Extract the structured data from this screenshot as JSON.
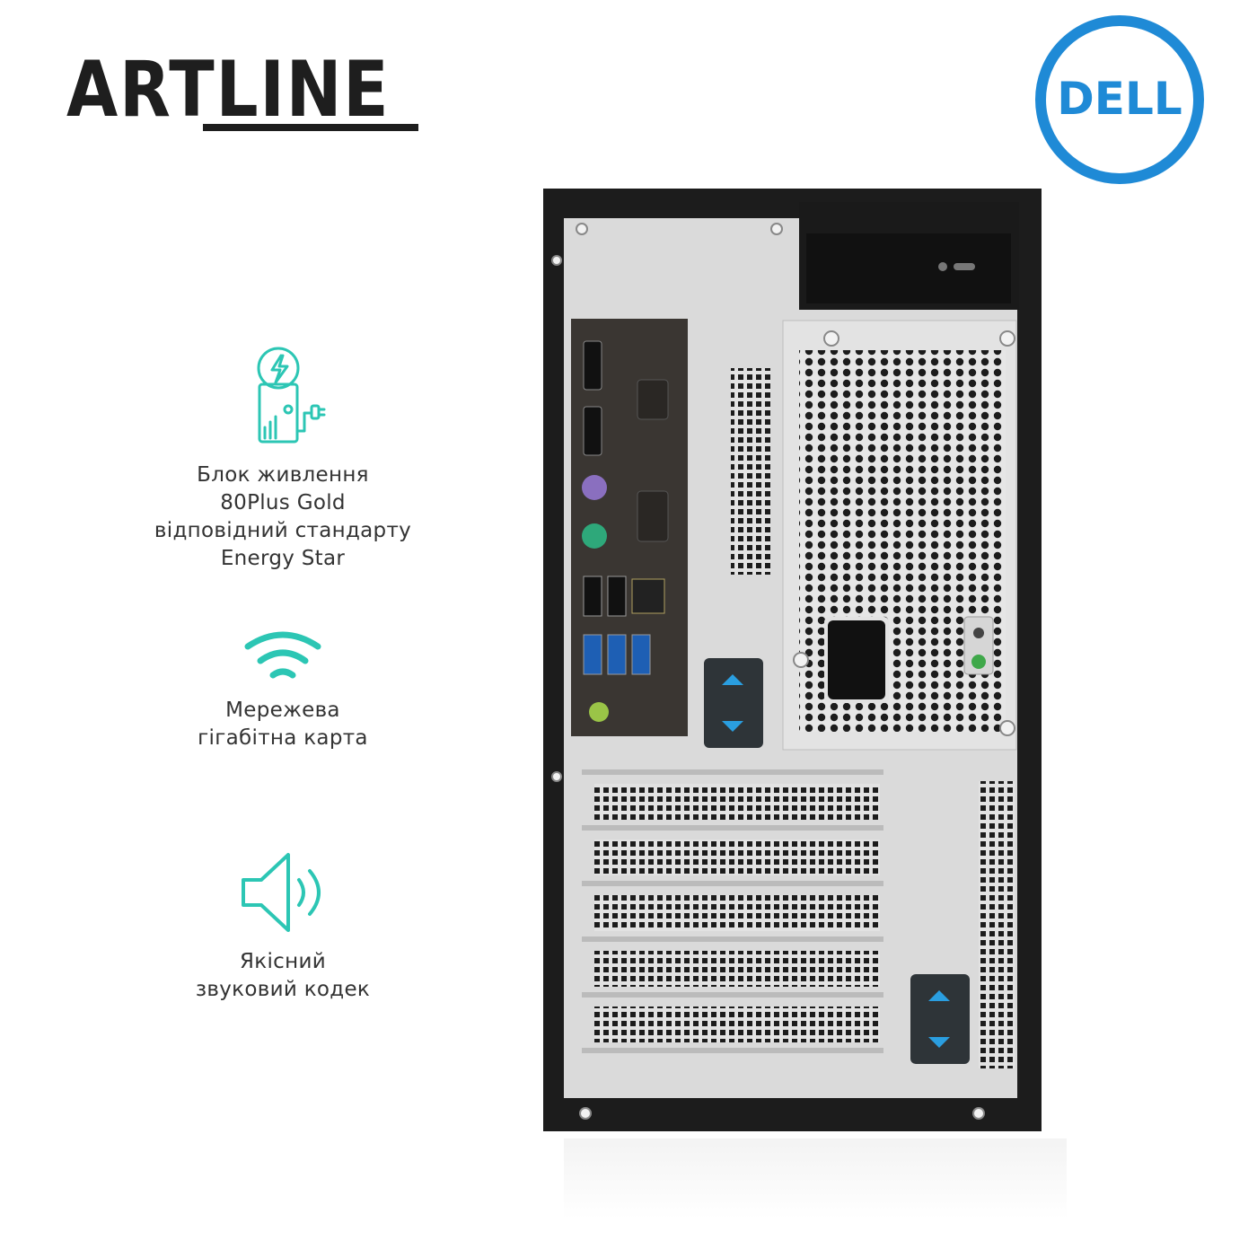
{
  "brands": {
    "artline": "ARTLINE",
    "dell": "DELL"
  },
  "features": [
    {
      "icon": "power-supply-icon",
      "text": "Блок живлення\n80Plus Gold\nвідповідний стандарту\nEnergy Star"
    },
    {
      "icon": "wifi-icon",
      "text": "Мережева\nгігабітна карта"
    },
    {
      "icon": "speaker-icon",
      "text": "Якісний\nзвуковий кодек"
    }
  ],
  "colors": {
    "accent_teal": "#2cc6b4",
    "dell_blue": "#1f8ad6",
    "case_black": "#1c1c1c",
    "metal_silver": "#d9d9d9"
  }
}
